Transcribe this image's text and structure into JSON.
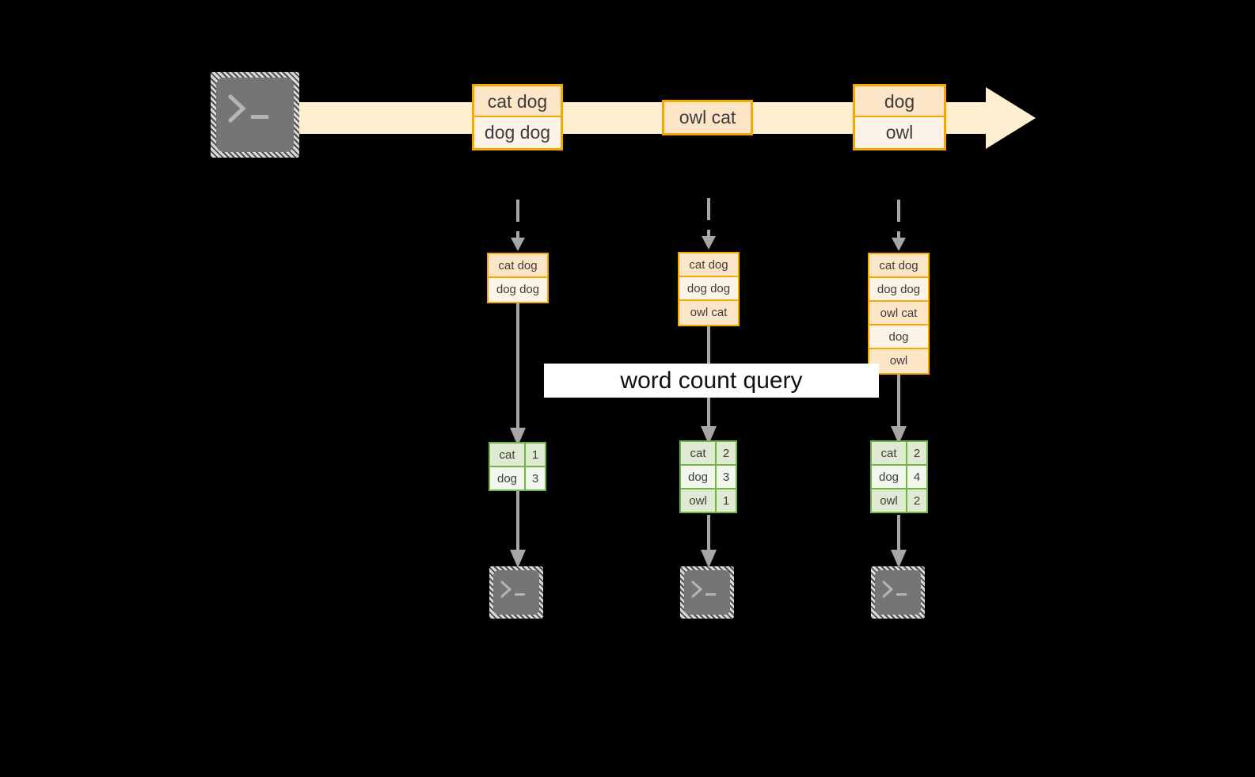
{
  "diagram": {
    "title": "incremental word count stream diagram",
    "colors": {
      "background": "#000000",
      "stream_fill": "#fdefd0",
      "box_border": "#f4a800",
      "box_fill_light": "#fdf3e7",
      "box_fill_shade": "#fde5c8",
      "table_border": "#74b345",
      "table_fill_light": "#f1f7ec",
      "table_fill_shade": "#dfead2",
      "arrow_gray": "#a6a6a6",
      "terminal_gray": "#757575",
      "label_bg": "#ffffff",
      "text": "#3d3d3d"
    },
    "query_label": "word count query",
    "source_terminal": {
      "icon": "terminal-prompt-icon",
      "glyph": ">_"
    },
    "stream": {
      "icon": "right-arrow-icon",
      "events": [
        {
          "lines": [
            "cat dog",
            "dog dog"
          ]
        },
        {
          "lines": [
            "owl cat"
          ]
        },
        {
          "lines": [
            "dog",
            "owl"
          ]
        }
      ]
    },
    "snapshots": [
      {
        "log": [
          "cat dog",
          "dog dog"
        ],
        "result": {
          "rows": [
            {
              "word": "cat",
              "count": "1"
            },
            {
              "word": "dog",
              "count": "3"
            }
          ]
        },
        "sink_terminal": {
          "icon": "terminal-prompt-icon",
          "glyph": ">_"
        }
      },
      {
        "log": [
          "cat dog",
          "dog dog",
          "owl cat"
        ],
        "result": {
          "rows": [
            {
              "word": "cat",
              "count": "2"
            },
            {
              "word": "dog",
              "count": "3"
            },
            {
              "word": "owl",
              "count": "1"
            }
          ]
        },
        "sink_terminal": {
          "icon": "terminal-prompt-icon",
          "glyph": ">_"
        }
      },
      {
        "log": [
          "cat dog",
          "dog dog",
          "owl cat",
          "dog",
          "owl"
        ],
        "result": {
          "rows": [
            {
              "word": "cat",
              "count": "2"
            },
            {
              "word": "dog",
              "count": "4"
            },
            {
              "word": "owl",
              "count": "2"
            }
          ]
        },
        "sink_terminal": {
          "icon": "terminal-prompt-icon",
          "glyph": ">_"
        }
      }
    ]
  }
}
